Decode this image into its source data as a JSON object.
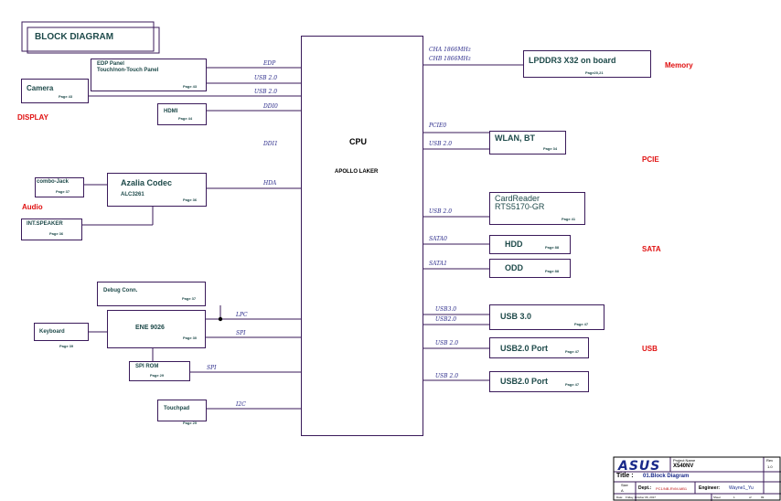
{
  "title": "BLOCK DIAGRAM",
  "cpu": {
    "label": "CPU",
    "name": "APOLLO LAKER"
  },
  "blocks": {
    "edp": {
      "line1": "EDP Panel",
      "line2": "Touch/non-Touch Panel",
      "page": "Page 43"
    },
    "camera": {
      "label": "Camera",
      "page": "Page 43"
    },
    "hdmi": {
      "label": "HDMI",
      "page": "Page 44"
    },
    "codec": {
      "label": "Azalia Codec",
      "sub": "ALC3261",
      "page": "Page 36"
    },
    "combo": {
      "label": "combo-Jack",
      "page": "Page 37"
    },
    "speaker": {
      "label": "INT.SPEAKER",
      "page": "Page 36"
    },
    "debug": {
      "label": "Debug Conn.",
      "page": "Page 37"
    },
    "ene": {
      "label": "ENE 9026",
      "page": "Page 30"
    },
    "keyboard": {
      "label": "Keyboard",
      "page": "Page 39"
    },
    "spirom": {
      "label": "SPI ROM",
      "page": "Page 29"
    },
    "touchpad": {
      "label": "Touchpad",
      "page": "Page 29"
    },
    "lpddr": {
      "label": "LPDDR3 X32 on board",
      "page": "Page20,21"
    },
    "wlan": {
      "label": "WLAN, BT",
      "page": "Page 34"
    },
    "cardreader": {
      "line1": "CardReader",
      "line2": "RTS5170-GR",
      "page": "Page 41"
    },
    "hdd": {
      "label": "HDD",
      "page": "Page 88"
    },
    "odd": {
      "label": "ODD",
      "page": "Page 88"
    },
    "usb3": {
      "label": "USB 3.0",
      "page": "Page 47"
    },
    "usb2a": {
      "label": "USB2.0 Port",
      "page": "Page 47"
    },
    "usb2b": {
      "label": "USB2.0 Port",
      "page": "Page 47"
    }
  },
  "signals": {
    "edp": "EDP",
    "usb_a": "USB 2.0",
    "usb_b": "USB 2.0",
    "ddi0": "DDI0",
    "ddi1": "DDI1",
    "hda": "HDA",
    "lpc": "LPC",
    "spi1": "SPI",
    "spi2": "SPI",
    "i2c": "I2C",
    "cha": "CHA 1866MHz",
    "chb": "CHB 1866MHz",
    "pcie0": "PCIE0",
    "usb_wlan": "USB 2.0",
    "usb_card": "USB 2.0",
    "sata0": "SATA0",
    "sata1": "SATA1",
    "usb30": "USB3.0",
    "usb20": "USB2.0",
    "usb_p1": "USB 2.0",
    "usb_p2": "USB 2.0"
  },
  "categories": {
    "display": "DISPLAY",
    "audio": "Audio",
    "memory": "Memory",
    "pcie": "PCIE",
    "sata": "SATA",
    "usb": "USB"
  },
  "titleblock": {
    "logo": "ASUS",
    "project_label": "Project Name",
    "project": "X540NV",
    "rev_label": "Rev",
    "rev": "1.0",
    "title_label": "Title :",
    "title": "01.Block Diagram",
    "size_label": "Size",
    "size": "A",
    "dept_label": "Dept.:",
    "dept": "PC1/NB-RVM-MB1",
    "engineer_label": "Engineer:",
    "engineer": "Wayne1_Yu",
    "date_label": "Date:",
    "date": "Friday, October 06, 2017",
    "sheet_label": "Sheet",
    "sheet": "1",
    "of_label": "of",
    "total": "99"
  }
}
